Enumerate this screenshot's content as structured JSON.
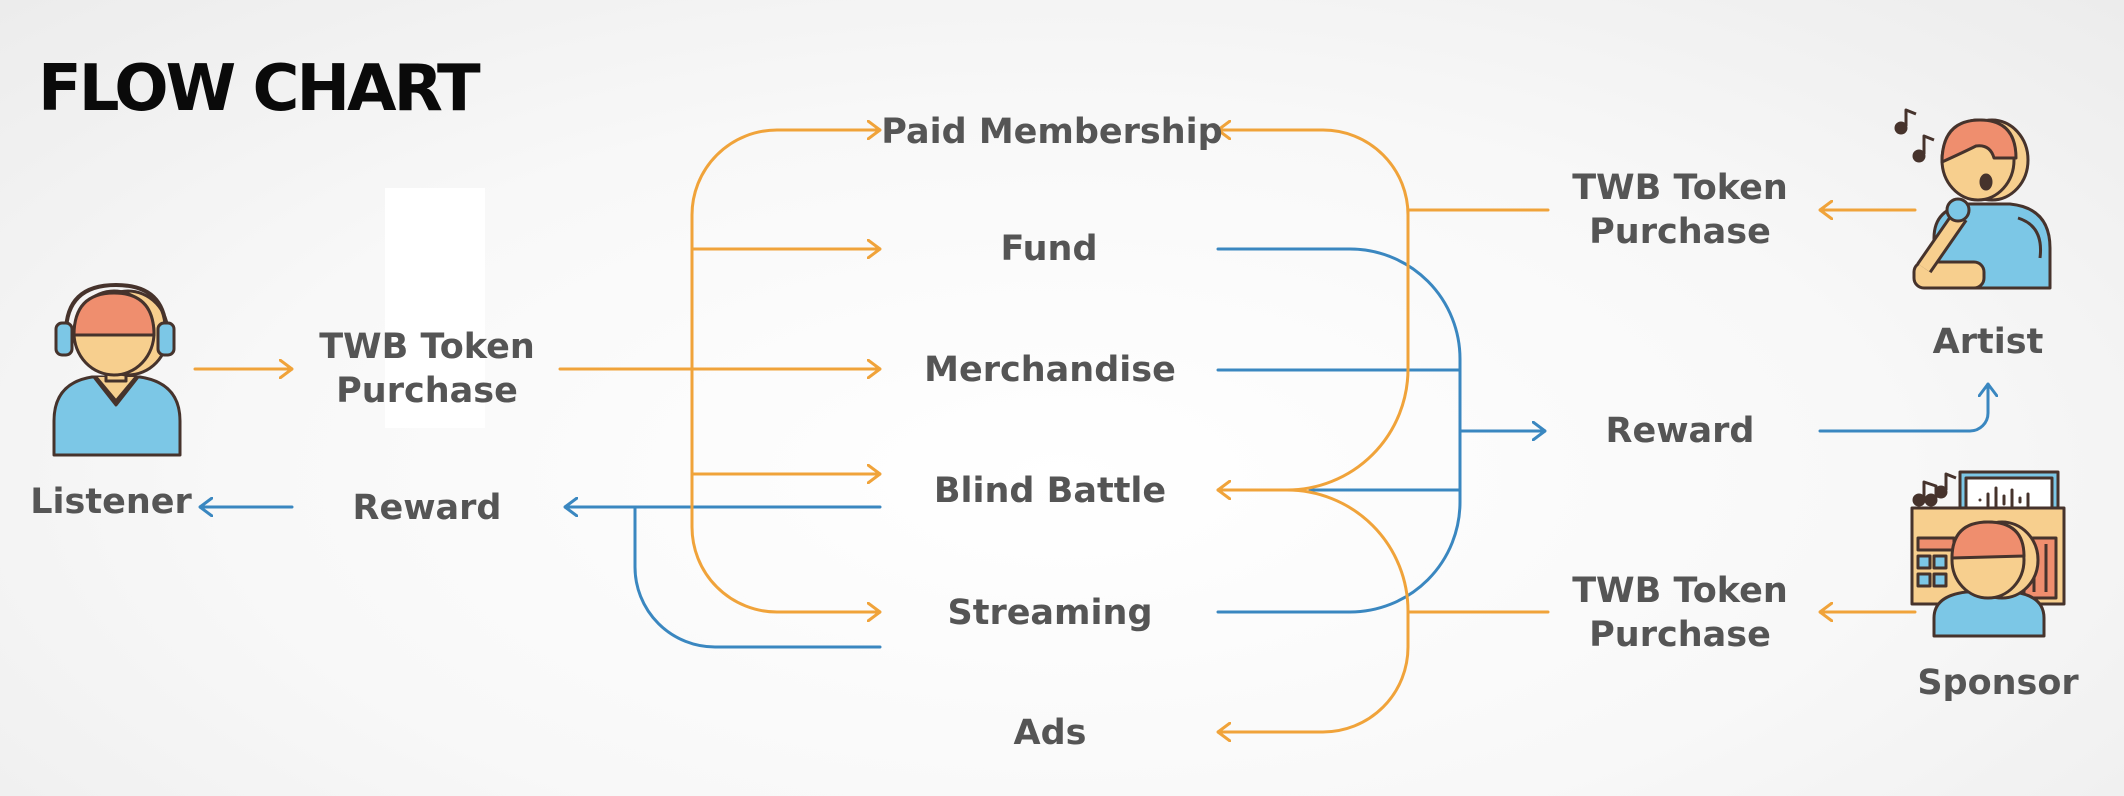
{
  "title": "FLOW CHART",
  "colors": {
    "orange": "#F0A33A",
    "blue": "#3A87C0",
    "skin": "#F7CF8E",
    "hair": "#EF8E6E",
    "shirt": "#7CC7E6",
    "outline": "#46332C",
    "label": "#555555"
  },
  "actors": {
    "listener": "Listener",
    "artist": "Artist",
    "sponsor": "Sponsor"
  },
  "left_side": {
    "purchase": "TWB Token Purchase",
    "reward": "Reward"
  },
  "center_nodes": {
    "paid_membership": "Paid Membership",
    "fund": "Fund",
    "merchandise": "Merchandise",
    "blind_battle": "Blind Battle",
    "streaming": "Streaming",
    "ads": "Ads"
  },
  "right_side": {
    "artist_purchase": "TWB Token Purchase",
    "reward": "Reward",
    "sponsor_purchase": "TWB Token Purchase"
  },
  "icons": {
    "listener": "listener-headphones-icon",
    "artist": "artist-microphone-icon",
    "sponsor": "sponsor-studio-icon"
  }
}
